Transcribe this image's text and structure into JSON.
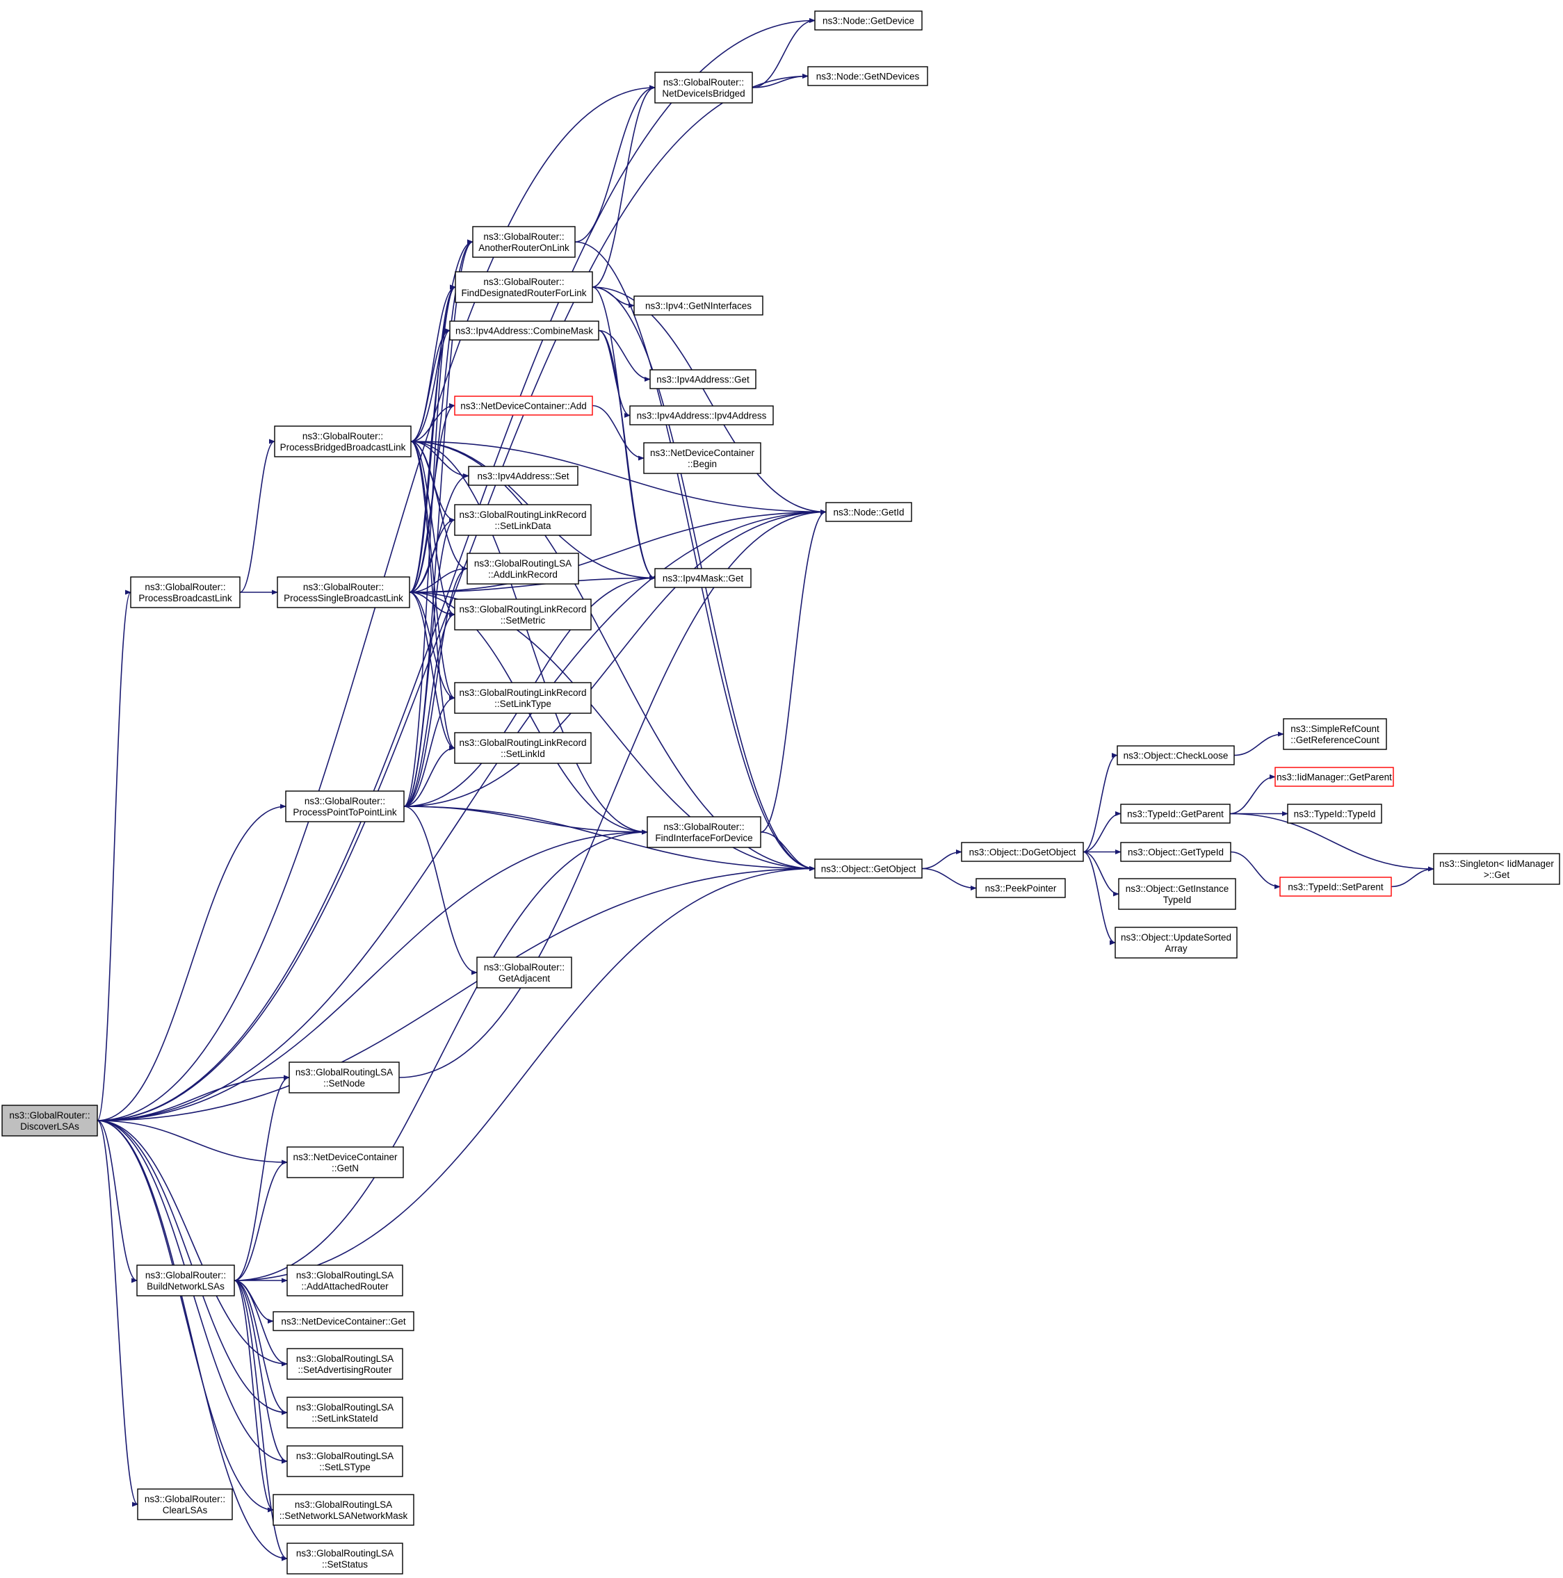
{
  "diagram": {
    "nodes": [
      {
        "id": "discover",
        "lines": [
          "ns3::GlobalRouter::",
          "DiscoverLSAs"
        ]
      },
      {
        "id": "getDevice",
        "lines": [
          "ns3::Node::GetDevice"
        ]
      },
      {
        "id": "getNDevices",
        "lines": [
          "ns3::Node::GetNDevices"
        ]
      },
      {
        "id": "netDeviceIsBridged",
        "lines": [
          "ns3::GlobalRouter::",
          "NetDeviceIsBridged"
        ]
      },
      {
        "id": "anotherRouter",
        "lines": [
          "ns3::GlobalRouter::",
          "AnotherRouterOnLink"
        ]
      },
      {
        "id": "findDR",
        "lines": [
          "ns3::GlobalRouter::",
          "FindDesignatedRouterForLink"
        ]
      },
      {
        "id": "ipv4GetNInterfaces",
        "lines": [
          "ns3::Ipv4::GetNInterfaces"
        ]
      },
      {
        "id": "combineMask",
        "lines": [
          "ns3::Ipv4Address::CombineMask"
        ]
      },
      {
        "id": "ipv4AddrGet",
        "lines": [
          "ns3::Ipv4Address::Get"
        ]
      },
      {
        "id": "ipv4AddrCtor",
        "lines": [
          "ns3::Ipv4Address::Ipv4Address"
        ]
      },
      {
        "id": "ndcAdd",
        "lines": [
          "ns3::NetDeviceContainer::Add"
        ]
      },
      {
        "id": "ndcBegin",
        "lines": [
          "ns3::NetDeviceContainer",
          "::Begin"
        ]
      },
      {
        "id": "nodeGetId",
        "lines": [
          "ns3::Node::GetId"
        ]
      },
      {
        "id": "ipv4AddrSet",
        "lines": [
          "ns3::Ipv4Address::Set"
        ]
      },
      {
        "id": "setLinkData",
        "lines": [
          "ns3::GlobalRoutingLinkRecord",
          "::SetLinkData"
        ]
      },
      {
        "id": "addLinkRecord",
        "lines": [
          "ns3::GlobalRoutingLSA",
          "::AddLinkRecord"
        ]
      },
      {
        "id": "setMetric",
        "lines": [
          "ns3::GlobalRoutingLinkRecord",
          "::SetMetric"
        ]
      },
      {
        "id": "setLinkType",
        "lines": [
          "ns3::GlobalRoutingLinkRecord",
          "::SetLinkType"
        ]
      },
      {
        "id": "setLinkId",
        "lines": [
          "ns3::GlobalRoutingLinkRecord",
          "::SetLinkId"
        ]
      },
      {
        "id": "ipv4MaskGet",
        "lines": [
          "ns3::Ipv4Mask::Get"
        ]
      },
      {
        "id": "processBridged",
        "lines": [
          "ns3::GlobalRouter::",
          "ProcessBridgedBroadcastLink"
        ]
      },
      {
        "id": "processBroadcast",
        "lines": [
          "ns3::GlobalRouter::",
          "ProcessBroadcastLink"
        ]
      },
      {
        "id": "processSingle",
        "lines": [
          "ns3::GlobalRouter::",
          "ProcessSingleBroadcastLink"
        ]
      },
      {
        "id": "processP2P",
        "lines": [
          "ns3::GlobalRouter::",
          "ProcessPointToPointLink"
        ]
      },
      {
        "id": "findIface",
        "lines": [
          "ns3::GlobalRouter::",
          "FindInterfaceForDevice"
        ]
      },
      {
        "id": "getObject",
        "lines": [
          "ns3::Object::GetObject"
        ]
      },
      {
        "id": "doGetObject",
        "lines": [
          "ns3::Object::DoGetObject"
        ]
      },
      {
        "id": "peekPointer",
        "lines": [
          "ns3::PeekPointer"
        ]
      },
      {
        "id": "checkLoose",
        "lines": [
          "ns3::Object::CheckLoose"
        ]
      },
      {
        "id": "getRefCount",
        "lines": [
          "ns3::SimpleRefCount",
          "::GetReferenceCount"
        ]
      },
      {
        "id": "iidGetParent",
        "lines": [
          "ns3::IidManager::GetParent"
        ]
      },
      {
        "id": "typeIdGetParent",
        "lines": [
          "ns3::TypeId::GetParent"
        ]
      },
      {
        "id": "typeIdTypeId",
        "lines": [
          "ns3::TypeId::TypeId"
        ]
      },
      {
        "id": "getTypeId",
        "lines": [
          "ns3::Object::GetTypeId"
        ]
      },
      {
        "id": "setParent",
        "lines": [
          "ns3::TypeId::SetParent"
        ]
      },
      {
        "id": "singletonGet",
        "lines": [
          "ns3::Singleton< IidManager",
          ">::Get"
        ]
      },
      {
        "id": "getInstanceTypeId",
        "lines": [
          "ns3::Object::GetInstance",
          "TypeId"
        ]
      },
      {
        "id": "updateSorted",
        "lines": [
          "ns3::Object::UpdateSorted",
          "Array"
        ]
      },
      {
        "id": "getAdjacent",
        "lines": [
          "ns3::GlobalRouter::",
          "GetAdjacent"
        ]
      },
      {
        "id": "setNode",
        "lines": [
          "ns3::GlobalRoutingLSA",
          "::SetNode"
        ]
      },
      {
        "id": "ndcGetN",
        "lines": [
          "ns3::NetDeviceContainer",
          "::GetN"
        ]
      },
      {
        "id": "buildNetwork",
        "lines": [
          "ns3::GlobalRouter::",
          "BuildNetworkLSAs"
        ]
      },
      {
        "id": "addAttached",
        "lines": [
          "ns3::GlobalRoutingLSA",
          "::AddAttachedRouter"
        ]
      },
      {
        "id": "ndcGet",
        "lines": [
          "ns3::NetDeviceContainer::Get"
        ]
      },
      {
        "id": "setAdvRouter",
        "lines": [
          "ns3::GlobalRoutingLSA",
          "::SetAdvertisingRouter"
        ]
      },
      {
        "id": "setLinkStateId",
        "lines": [
          "ns3::GlobalRoutingLSA",
          "::SetLinkStateId"
        ]
      },
      {
        "id": "setLSType",
        "lines": [
          "ns3::GlobalRoutingLSA",
          "::SetLSType"
        ]
      },
      {
        "id": "setNetMask",
        "lines": [
          "ns3::GlobalRoutingLSA",
          "::SetNetworkLSANetworkMask"
        ]
      },
      {
        "id": "clearLSAs",
        "lines": [
          "ns3::GlobalRouter::",
          "ClearLSAs"
        ]
      },
      {
        "id": "setStatus",
        "lines": [
          "ns3::GlobalRoutingLSA",
          "::SetStatus"
        ]
      }
    ],
    "edges": [
      [
        "discover",
        "getDevice"
      ],
      [
        "discover",
        "getNDevices"
      ],
      [
        "discover",
        "netDeviceIsBridged"
      ],
      [
        "discover",
        "nodeGetId"
      ],
      [
        "discover",
        "processBroadcast"
      ],
      [
        "discover",
        "processP2P"
      ],
      [
        "discover",
        "findIface"
      ],
      [
        "discover",
        "setNode"
      ],
      [
        "discover",
        "getObject"
      ],
      [
        "discover",
        "ndcGetN"
      ],
      [
        "discover",
        "buildNetwork"
      ],
      [
        "discover",
        "setAdvRouter"
      ],
      [
        "discover",
        "setLinkStateId"
      ],
      [
        "discover",
        "setLSType"
      ],
      [
        "discover",
        "setNetMask"
      ],
      [
        "discover",
        "clearLSAs"
      ],
      [
        "discover",
        "setStatus"
      ],
      [
        "netDeviceIsBridged",
        "getDevice"
      ],
      [
        "netDeviceIsBridged",
        "getNDevices"
      ],
      [
        "anotherRouter",
        "netDeviceIsBridged"
      ],
      [
        "anotherRouter",
        "getObject"
      ],
      [
        "findDR",
        "netDeviceIsBridged"
      ],
      [
        "findDR",
        "nodeGetId"
      ],
      [
        "findDR",
        "ipv4GetNInterfaces"
      ],
      [
        "findDR",
        "getObject"
      ],
      [
        "findDR",
        "ipv4MaskGet"
      ],
      [
        "combineMask",
        "ipv4AddrGet"
      ],
      [
        "combineMask",
        "ipv4AddrCtor"
      ],
      [
        "combineMask",
        "ipv4MaskGet"
      ],
      [
        "ndcAdd",
        "ndcBegin"
      ],
      [
        "processBroadcast",
        "processBridged"
      ],
      [
        "processBroadcast",
        "processSingle"
      ],
      [
        "processBridged",
        "anotherRouter"
      ],
      [
        "processBridged",
        "findDR"
      ],
      [
        "processBridged",
        "combineMask"
      ],
      [
        "processBridged",
        "ndcAdd"
      ],
      [
        "processBridged",
        "nodeGetId"
      ],
      [
        "processBridged",
        "ipv4AddrSet"
      ],
      [
        "processBridged",
        "setLinkData"
      ],
      [
        "processBridged",
        "addLinkRecord"
      ],
      [
        "processBridged",
        "setMetric"
      ],
      [
        "processBridged",
        "setLinkType"
      ],
      [
        "processBridged",
        "setLinkId"
      ],
      [
        "processBridged",
        "findIface"
      ],
      [
        "processBridged",
        "getObject"
      ],
      [
        "processBridged",
        "ipv4MaskGet"
      ],
      [
        "processSingle",
        "anotherRouter"
      ],
      [
        "processSingle",
        "findDR"
      ],
      [
        "processSingle",
        "combineMask"
      ],
      [
        "processSingle",
        "ndcAdd"
      ],
      [
        "processSingle",
        "ipv4AddrSet"
      ],
      [
        "processSingle",
        "setLinkData"
      ],
      [
        "processSingle",
        "addLinkRecord"
      ],
      [
        "processSingle",
        "setMetric"
      ],
      [
        "processSingle",
        "setLinkType"
      ],
      [
        "processSingle",
        "setLinkId"
      ],
      [
        "processSingle",
        "ipv4MaskGet"
      ],
      [
        "processSingle",
        "findIface"
      ],
      [
        "processSingle",
        "getObject"
      ],
      [
        "processSingle",
        "nodeGetId"
      ],
      [
        "processP2P",
        "anotherRouter"
      ],
      [
        "processP2P",
        "findDR"
      ],
      [
        "processP2P",
        "setLinkData"
      ],
      [
        "processP2P",
        "addLinkRecord"
      ],
      [
        "processP2P",
        "setMetric"
      ],
      [
        "processP2P",
        "setLinkType"
      ],
      [
        "processP2P",
        "setLinkId"
      ],
      [
        "processP2P",
        "nodeGetId"
      ],
      [
        "processP2P",
        "findIface"
      ],
      [
        "processP2P",
        "getObject"
      ],
      [
        "processP2P",
        "getAdjacent"
      ],
      [
        "processP2P",
        "ipv4MaskGet"
      ],
      [
        "findIface",
        "nodeGetId"
      ],
      [
        "findIface",
        "getObject"
      ],
      [
        "setNode",
        "nodeGetId"
      ],
      [
        "getObject",
        "doGetObject"
      ],
      [
        "getObject",
        "peekPointer"
      ],
      [
        "doGetObject",
        "checkLoose"
      ],
      [
        "doGetObject",
        "typeIdGetParent"
      ],
      [
        "doGetObject",
        "getTypeId"
      ],
      [
        "doGetObject",
        "getInstanceTypeId"
      ],
      [
        "doGetObject",
        "updateSorted"
      ],
      [
        "checkLoose",
        "getRefCount"
      ],
      [
        "typeIdGetParent",
        "iidGetParent"
      ],
      [
        "typeIdGetParent",
        "typeIdTypeId"
      ],
      [
        "typeIdGetParent",
        "singletonGet"
      ],
      [
        "getTypeId",
        "setParent"
      ],
      [
        "setParent",
        "singletonGet"
      ],
      [
        "buildNetwork",
        "setNode"
      ],
      [
        "buildNetwork",
        "ndcGetN"
      ],
      [
        "buildNetwork",
        "findIface"
      ],
      [
        "buildNetwork",
        "getObject"
      ],
      [
        "buildNetwork",
        "addAttached"
      ],
      [
        "buildNetwork",
        "ndcGet"
      ],
      [
        "buildNetwork",
        "setAdvRouter"
      ],
      [
        "buildNetwork",
        "setLinkStateId"
      ],
      [
        "buildNetwork",
        "setLSType"
      ],
      [
        "buildNetwork",
        "setNetMask"
      ],
      [
        "buildNetwork",
        "setStatus"
      ]
    ],
    "root": "discover",
    "truncated": [
      "ndcAdd",
      "iidGetParent",
      "setParent"
    ],
    "colors": {
      "edge": "#191970",
      "root_fill": "#bfbfbf",
      "border": "#000000",
      "truncated_border": "#ff0000"
    }
  }
}
